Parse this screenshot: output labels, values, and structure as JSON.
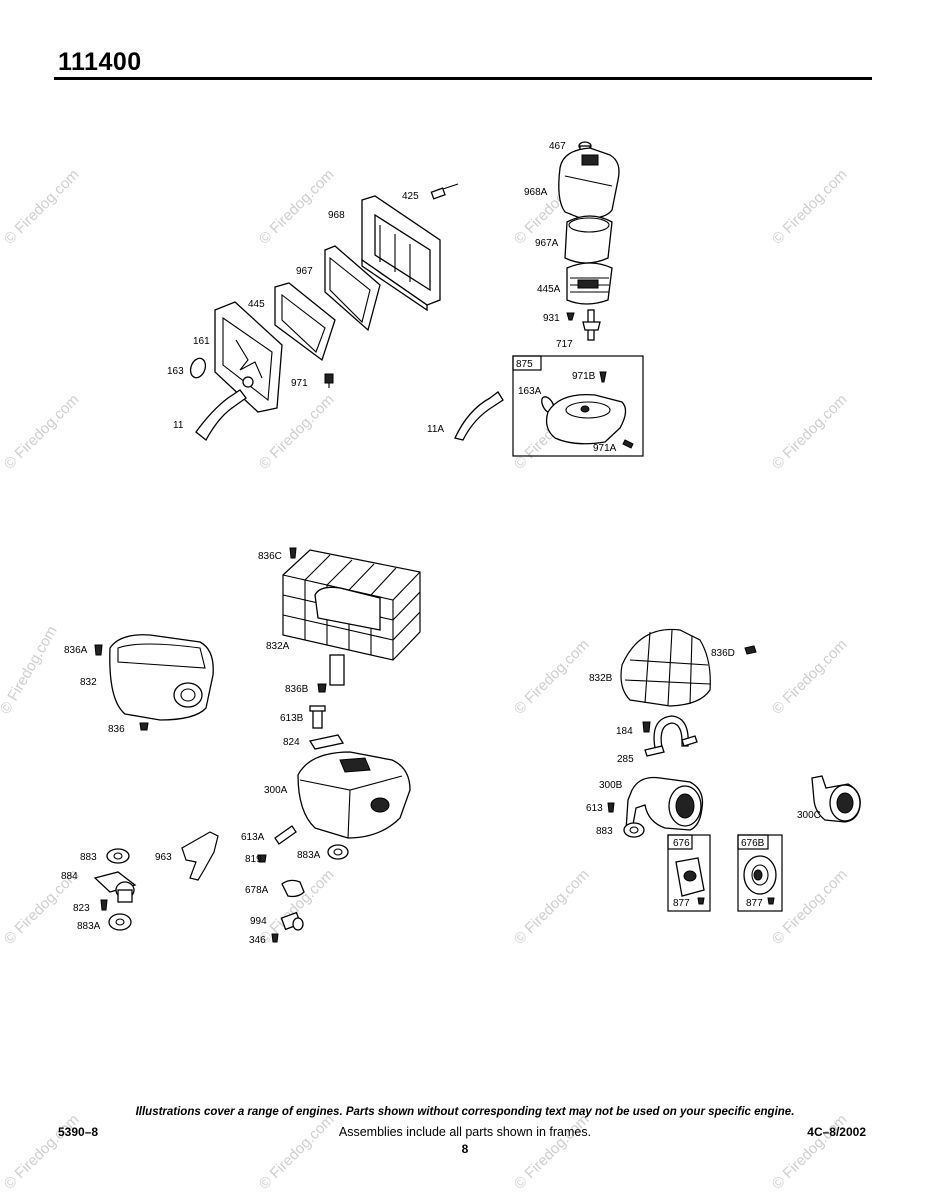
{
  "header": {
    "title": "111400"
  },
  "watermark": {
    "text": "© Firedog.com"
  },
  "labels": {
    "l467": "467",
    "l968A": "968A",
    "l967A": "967A",
    "l445A": "445A",
    "l931": "931",
    "l717": "717",
    "l875": "875",
    "l971B": "971B",
    "l163A": "163A",
    "l971A": "971A",
    "l11A": "11A",
    "l425": "425",
    "l968": "968",
    "l967": "967",
    "l445": "445",
    "l161": "161",
    "l163": "163",
    "l971": "971",
    "l11": "11",
    "l836C": "836C",
    "l832A": "832A",
    "l836B": "836B",
    "l613B": "613B",
    "l824": "824",
    "l300A": "300A",
    "l836A": "836A",
    "l832": "832",
    "l836": "836",
    "l613A": "613A",
    "l819": "819",
    "l883A_r": "883A",
    "l963": "963",
    "l883": "883",
    "l884": "884",
    "l823": "823",
    "l883A_l": "883A",
    "l678A": "678A",
    "l994": "994",
    "l346": "346",
    "l836D": "836D",
    "l832B": "832B",
    "l184": "184",
    "l285": "285",
    "l300B": "300B",
    "l613": "613",
    "l883_r": "883",
    "l300C": "300C",
    "l676": "676",
    "l877a": "877",
    "l676B": "676B",
    "l877b": "877"
  },
  "footer": {
    "note": "Illustrations cover a range of engines. Parts shown without corresponding text may not be used on your specific engine.",
    "left": "5390–8",
    "center": "Assemblies include all parts shown in frames.",
    "right": "4C–8/2002",
    "page": "8"
  }
}
